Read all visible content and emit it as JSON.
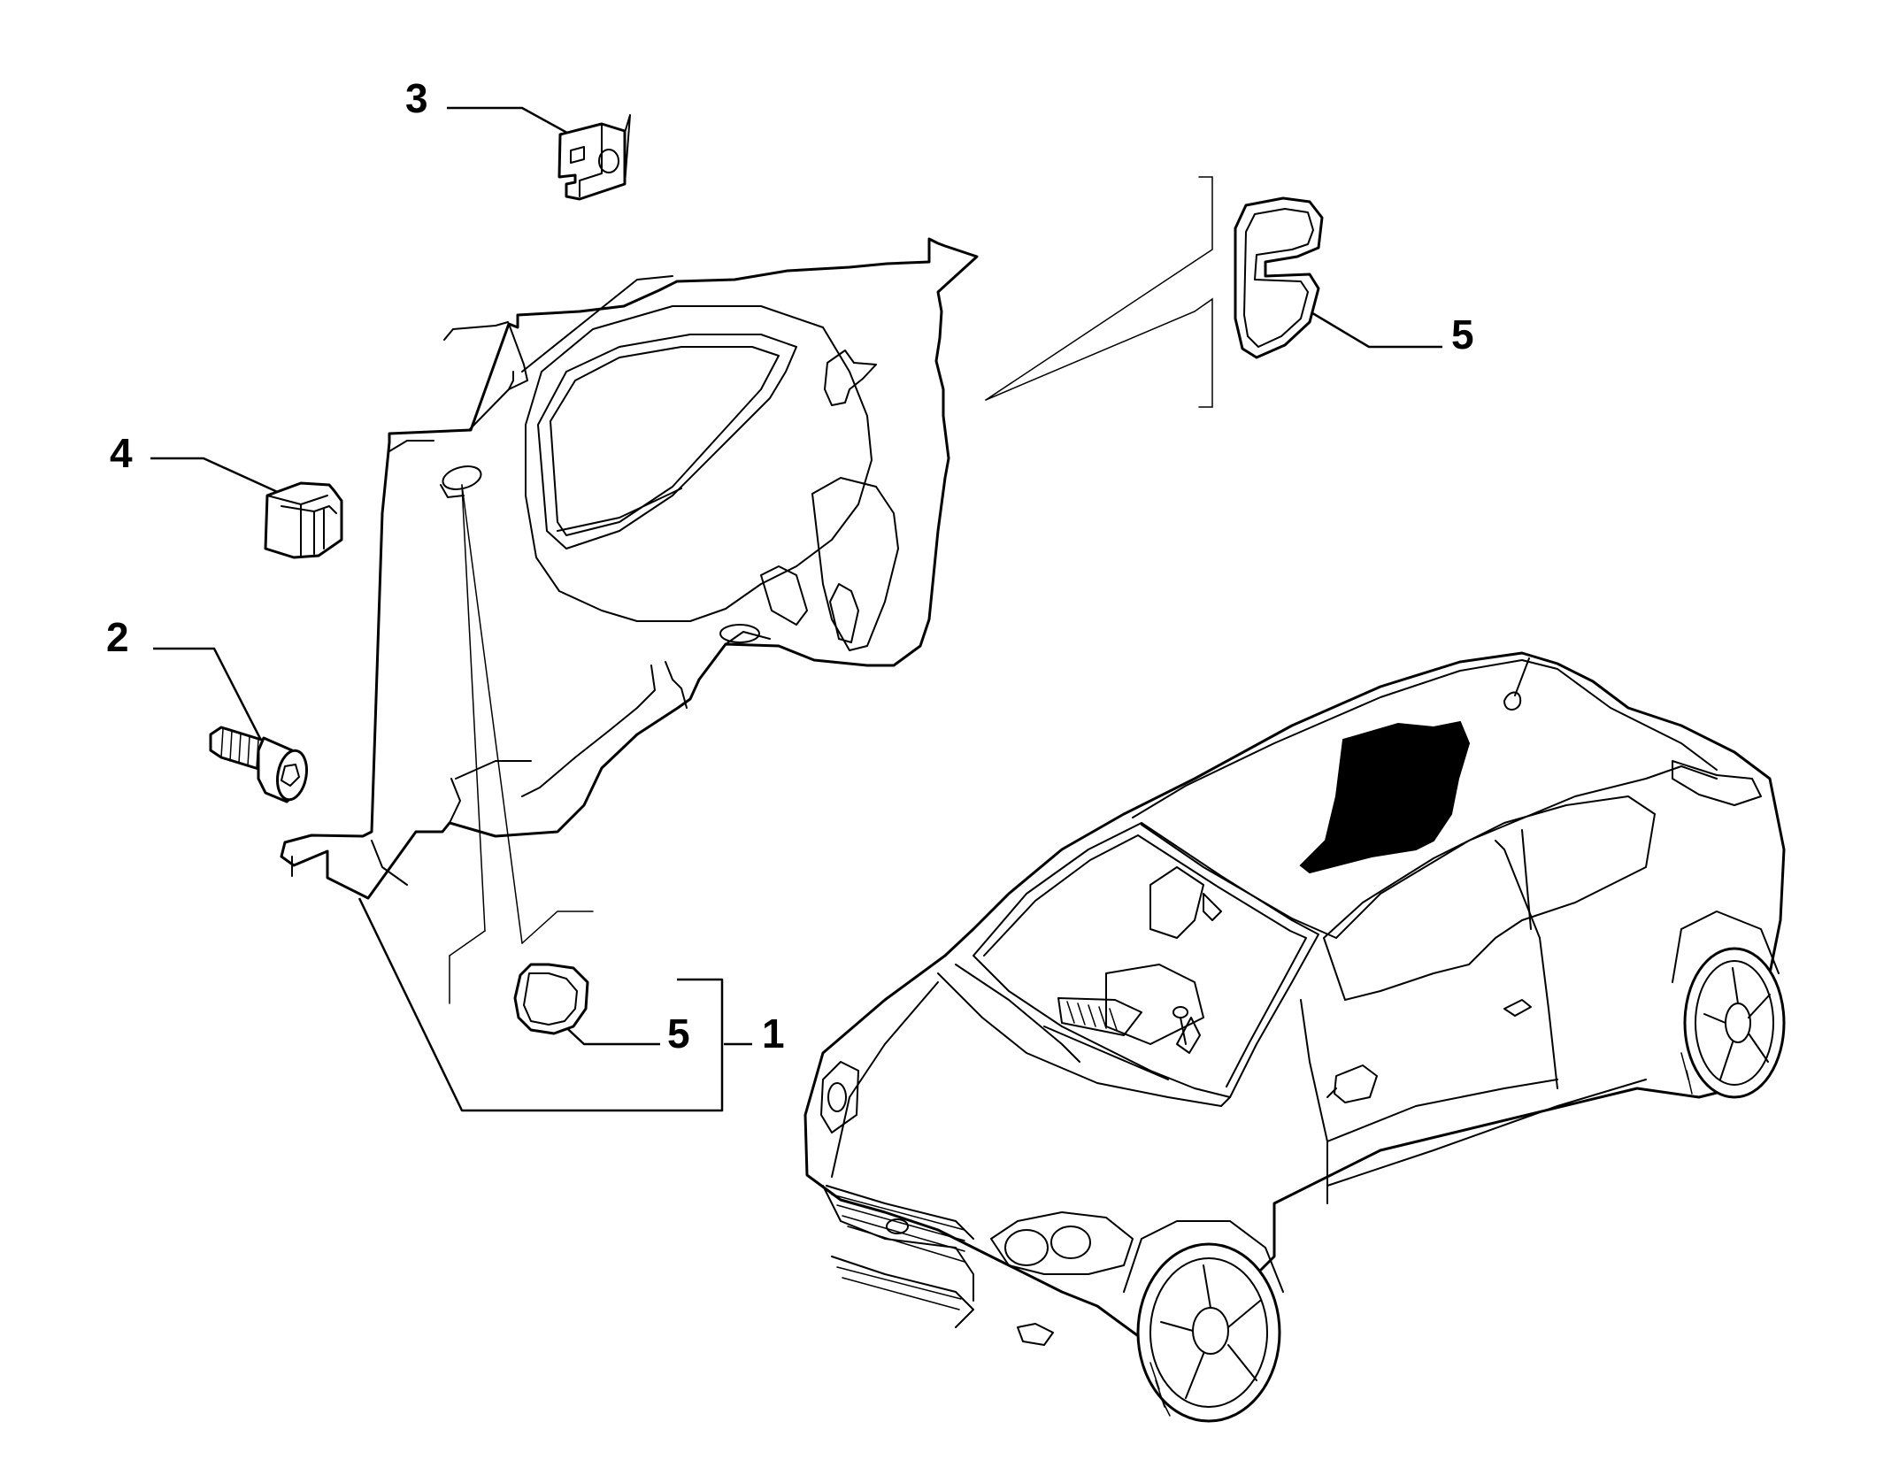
{
  "diagram": {
    "callouts": [
      {
        "id": "callout-1",
        "label": "1"
      },
      {
        "id": "callout-2",
        "label": "2"
      },
      {
        "id": "callout-3",
        "label": "3"
      },
      {
        "id": "callout-4",
        "label": "4"
      },
      {
        "id": "callout-5-lower",
        "label": "5"
      },
      {
        "id": "callout-5-upper",
        "label": "5"
      }
    ],
    "parts": [
      {
        "ref": "1",
        "name": "quarter-trim-panel"
      },
      {
        "ref": "2",
        "name": "socket-head-screw"
      },
      {
        "ref": "3",
        "name": "spring-clip-nut"
      },
      {
        "ref": "4",
        "name": "fastener-clip"
      },
      {
        "ref": "5",
        "name": "cover-plug"
      }
    ],
    "colors": {
      "line": "#000000",
      "background": "#ffffff",
      "highlight": "#000000"
    }
  }
}
